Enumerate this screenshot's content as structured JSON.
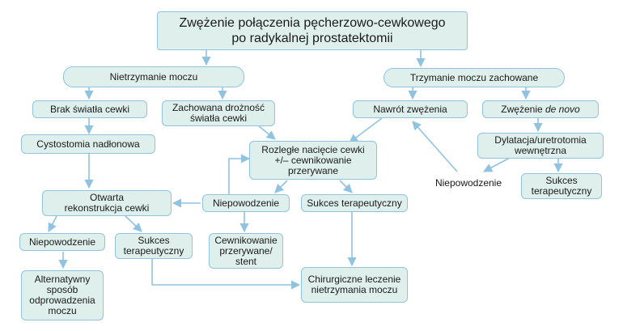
{
  "colors": {
    "node_fill": "#dff0ec",
    "border": "#8fc3e0",
    "edge": "#8fc3e0"
  },
  "nodes": {
    "title": "Zwężenie połączenia pęcherzowo-cewkowego\npo radykalnej prostatektomii",
    "incontinence": "Nietrzymanie moczu",
    "continence": "Trzymanie moczu zachowane",
    "no_lumen": "Brak światła cewki",
    "patent_lumen": "Zachowana drożność\nświatła cewki",
    "recurrence": "Nawrót zwężenia",
    "de_novo_prefix": "Zwężenie ",
    "de_novo_suffix": "de novo",
    "cystostomy": "Cystostomia nadłonowa",
    "incision": "Rozległe nacięcie cewki\n+/– cewnikowanie\nprzerywane",
    "dilation": "Dylatacja/uretrotomia\nwewnętrzna",
    "failure_right": "Niepowodzenie",
    "success_right": "Sukces\nterapeutyczny",
    "open_recon": "Otwarta\nrekonstrukcja cewki",
    "failure_mid": "Niepowodzenie",
    "success_mid": "Sukces terapeutyczny",
    "failure_left": "Niepowodzenie",
    "success_left": "Sukces\nterapeutyczny",
    "catheter_stent": "Cewnikowanie\nprzerywane/\nstent",
    "surgical": "Chirurgiczne leczenie\nnietrzymania moczu",
    "diversion": "Alternatywny\nsposób\nodprowadzenia\nmoczu"
  }
}
